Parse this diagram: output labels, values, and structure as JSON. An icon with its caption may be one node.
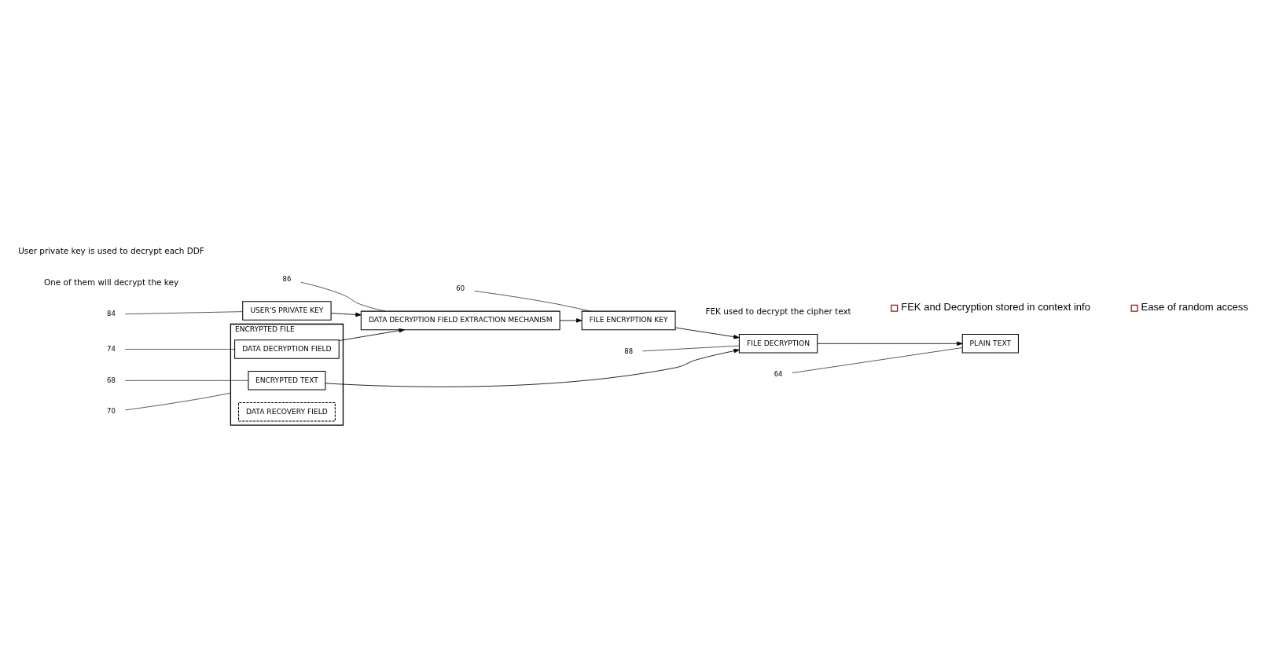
{
  "diagram": {
    "nodes": [
      {
        "text": [
          "ENCRYPTED FILE"
        ]
      },
      {
        "text": [
          "ENCRYPTED TEXT"
        ],
        "in": 0
      },
      {
        "text": [
          "DATA DECRYPTION FIELD"
        ],
        "in": 0
      },
      {
        "text": [
          "DATA RECOVERY FIELD"
        ],
        "in": 0
      },
      {
        "text": [
          "FILE DECRYPTION"
        ]
      },
      {
        "text": [
          "PLAIN TEXT"
        ]
      },
      {
        "text": [
          "FILE ENCRYPTION KEY"
        ]
      },
      {
        "text": [
          "DATA DECRYPTION FIELD EXTRACTION MECHANISM"
        ]
      },
      {
        "text": [
          "USER'S PRIVATE KEY"
        ]
      },
      {
        "text": [
          "70"
        ]
      },
      {
        "text": [
          "68"
        ]
      },
      {
        "text": [
          "88"
        ]
      },
      {
        "text": [
          "64"
        ]
      },
      {
        "text": [
          "74"
        ]
      },
      {
        "text": [
          "60"
        ]
      },
      {
        "text": [
          "86"
        ]
      },
      {
        "text": [
          "84"
        ]
      }
    ],
    "edges": [
      {
        "from": 1,
        "to": 4,
        "arrow": "to"
      },
      {
        "from": 4,
        "to": 5,
        "arrow": "to"
      },
      {
        "from": 6,
        "to": 4,
        "arrow": "to"
      },
      {
        "from": 7,
        "to": 6,
        "arrow": "to"
      },
      {
        "from": 2,
        "to": 7,
        "arrow": "to"
      },
      {
        "from": 8,
        "to": 7,
        "arrow": "to"
      },
      {
        "from": 9,
        "to": 0,
        "arrow": "none"
      },
      {
        "from": 10,
        "to": 1,
        "arrow": "none"
      },
      {
        "from": 11,
        "to": 4,
        "arrow": "none"
      },
      {
        "from": 12,
        "to": 5,
        "arrow": "none"
      },
      {
        "from": 13,
        "to": 2,
        "arrow": "none"
      },
      {
        "from": 14,
        "to": 6,
        "arrow": "none"
      },
      {
        "from": 15,
        "to": 7,
        "arrow": "none"
      },
      {
        "from": 16,
        "to": 8,
        "arrow": "none"
      }
    ],
    "labels": [
      "FEK used to decrypt the cipher text",
      "One of them will decrypt the key",
      "User private key is used to decrypt each DDF",
      "FEK and Decryption stored in context info",
      "Ease of random access"
    ]
  }
}
